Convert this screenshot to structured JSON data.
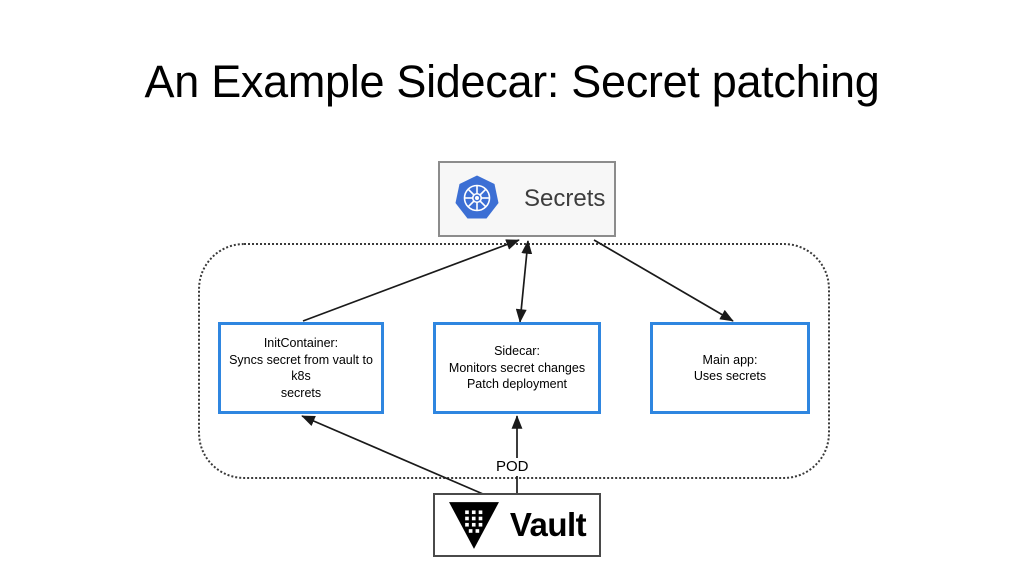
{
  "slide": {
    "title": "An Example Sidecar: Secret patching"
  },
  "diagram": {
    "type": "flow-diagram",
    "pod": {
      "label": "POD",
      "boundary_style": "dotted-rounded-rectangle"
    },
    "secrets_node": {
      "label": "Secrets",
      "icon": "kubernetes-icon",
      "icon_color": "#3c6fd4",
      "border_color": "#8c8c8c",
      "background_color": "#f7f7f7"
    },
    "containers": [
      {
        "id": "initcontainer",
        "title": "InitContainer:",
        "lines": [
          "InitContainer:",
          "Syncs secret from vault to k8s",
          "secrets"
        ],
        "text": "InitContainer:\nSyncs secret from vault to k8s\nsecrets",
        "border_color": "#2f86e0"
      },
      {
        "id": "sidecar",
        "title": "Sidecar:",
        "lines": [
          "Sidecar:",
          "Monitors secret changes",
          "Patch deployment"
        ],
        "text": "Sidecar:\nMonitors secret changes\nPatch deployment",
        "border_color": "#2f86e0"
      },
      {
        "id": "mainapp",
        "title": "Main app:",
        "lines": [
          "Main app:",
          "Uses secrets"
        ],
        "text": "Main app:\nUses secrets",
        "border_color": "#2f86e0"
      }
    ],
    "vault_node": {
      "label": "Vault",
      "icon": "vault-icon",
      "icon_color": "#000000",
      "border_color": "#4a4a4a"
    },
    "connections": [
      {
        "from": "initcontainer",
        "to": "secrets_node",
        "direction": "one-way"
      },
      {
        "from": "sidecar",
        "to": "secrets_node",
        "direction": "bidirectional"
      },
      {
        "from": "secrets_node",
        "to": "mainapp",
        "direction": "one-way"
      },
      {
        "from": "vault_node",
        "to": "initcontainer",
        "direction": "one-way"
      },
      {
        "from": "vault_node",
        "to": "sidecar",
        "direction": "one-way"
      }
    ],
    "arrow_color": "#1a1a1a"
  }
}
